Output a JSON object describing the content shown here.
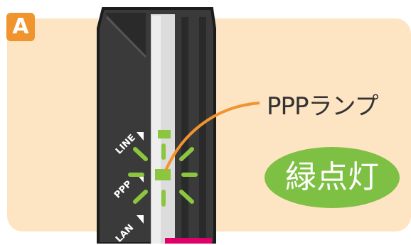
{
  "badge": {
    "letter": "A"
  },
  "device": {
    "port_labels": [
      "LINE",
      "PPP",
      "LAN"
    ]
  },
  "callout": {
    "label": "PPPランプ"
  },
  "status": {
    "text": "緑点灯"
  },
  "colors": {
    "panel": "#fde4c3",
    "badge": "#f0942e",
    "lamp_green": "#8cc63f",
    "status_green": "#7ec043",
    "callout_line": "#f0942e",
    "device_body": "#3a3a3a",
    "connector": "#e0006a"
  }
}
